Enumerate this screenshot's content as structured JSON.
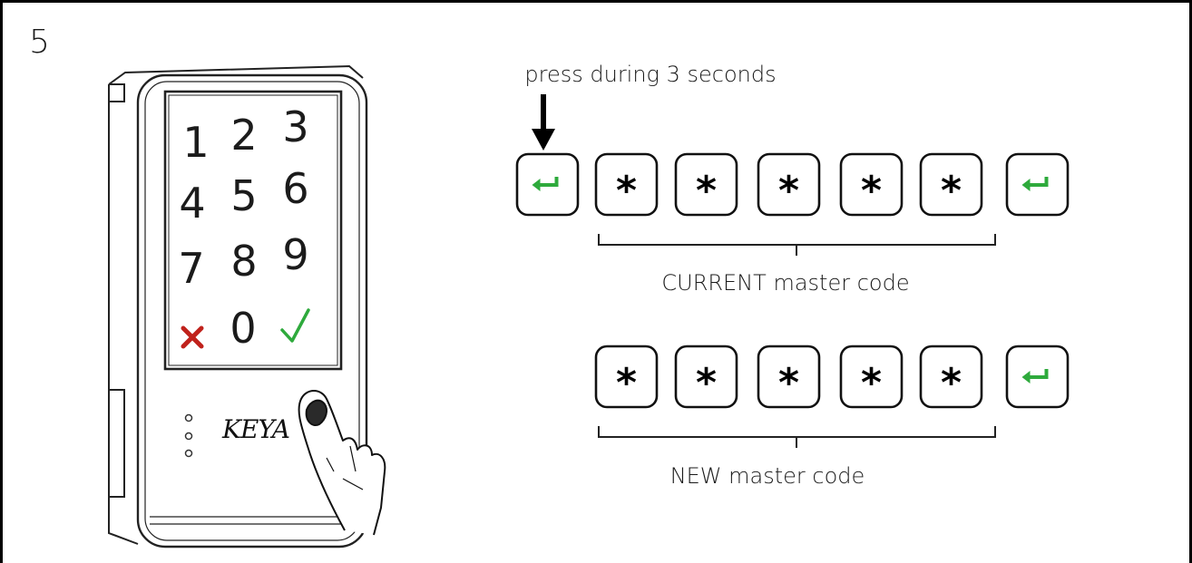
{
  "step_number": "5",
  "instruction": "press during 3 seconds",
  "device": {
    "brand": "KEYA",
    "keypad": [
      "1",
      "2",
      "3",
      "4",
      "5",
      "6",
      "7",
      "8",
      "9",
      "0"
    ]
  },
  "sequence_current": {
    "keys": [
      "enter",
      "*",
      "*",
      "*",
      "*",
      "*",
      "enter"
    ],
    "label": "CURRENT master code"
  },
  "sequence_new": {
    "keys": [
      "*",
      "*",
      "*",
      "*",
      "*",
      "enter"
    ],
    "label": "NEW master code"
  },
  "colors": {
    "enter_arrow": "#2eaa3c",
    "cancel_x": "#c0221c",
    "confirm_check": "#2eaa3c"
  }
}
